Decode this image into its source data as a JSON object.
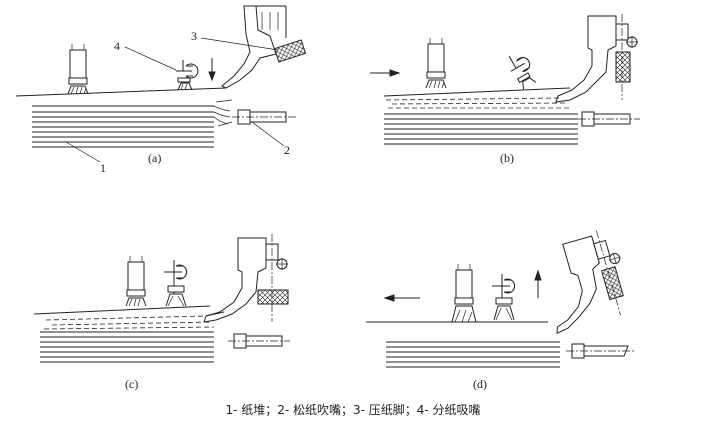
{
  "panels": {
    "a": {
      "label": "(a)",
      "numbers": [
        "1",
        "2",
        "3",
        "4"
      ]
    },
    "b": {
      "label": "(b)"
    },
    "c": {
      "label": "(c)"
    },
    "d": {
      "label": "(d)"
    }
  },
  "caption": "1- 纸堆；2- 松纸吹嘴；3- 压纸脚；4- 分纸吸嘴"
}
